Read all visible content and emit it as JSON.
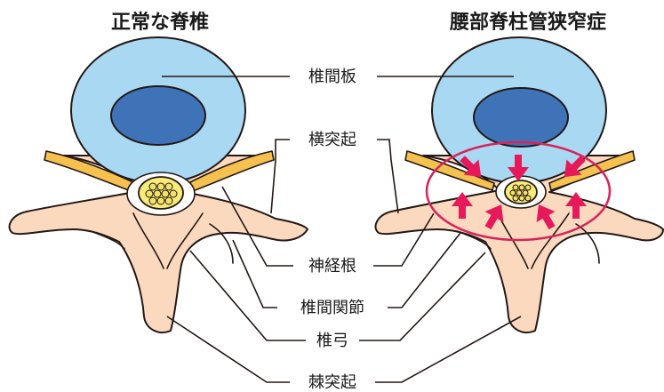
{
  "titles": {
    "normal": "正常な脊椎",
    "stenosis": "腰部脊柱管狭窄症"
  },
  "labels": {
    "disc": "椎間板",
    "transverse_process": "横突起",
    "nerve_root": "神経根",
    "facet_joint": "椎間関節",
    "vertebral_arch": "椎弓",
    "spinous_process": "棘突起"
  },
  "colors": {
    "disc_outer": "#a9d8f2",
    "disc_inner": "#3f73b8",
    "bone": "#fbd9bf",
    "nerve": "#f6c14e",
    "spinal_cord": "#f7ec7a",
    "compression_arrow": "#e6195a",
    "stenosis_ring": "#d7245a"
  },
  "icons": {
    "compression": "inward-arrow-icon"
  }
}
